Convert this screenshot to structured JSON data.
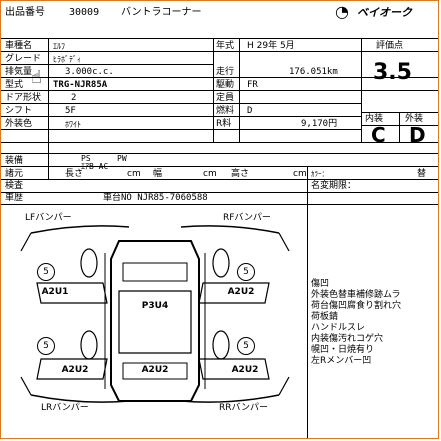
{
  "header": {
    "lot_label": "出品番号",
    "lot_no": "30009",
    "corner": "バントラコーナー",
    "logo_text": "ベイオーク"
  },
  "specs": {
    "model_label": "車種名",
    "model": "ｴﾙﾌ",
    "grade_label": "グレード",
    "grade": "ﾋﾗﾎﾞﾃﾞｨ",
    "displacement_label": "排気量",
    "displacement": "3.000c.c.",
    "type_label": "型式",
    "type": "TRG-NJR85A",
    "doors_label": "ドア形状",
    "doors": "2",
    "shift_label": "シフト",
    "shift": "5F",
    "color_label": "外装色",
    "color": "ﾎﾜｲﾄ",
    "year_label": "年式",
    "year": "H 29年  5月",
    "mileage_label": "走行",
    "mileage": "176.051km",
    "drive_label": "駆動",
    "drive": "FR",
    "capacity_label": "定員",
    "capacity": "",
    "fuel_label": "燃料",
    "fuel": "D",
    "r_price_label": "R料",
    "r_price": "9,170円"
  },
  "scores": {
    "score_label": "評価点",
    "score": "3.5",
    "interior_label": "内装",
    "exterior_label": "外装",
    "interior": "C",
    "exterior": "D"
  },
  "equipment": {
    "label": "装備",
    "ps": "PS",
    "pw": "PW",
    "ac": "ｴｱB     AC",
    "dims_label": "諸元",
    "length": "長さ",
    "unit1": "cm",
    "width": "幅",
    "unit2": "cm",
    "height": "高さ",
    "unit3": "cm"
  },
  "inspection": {
    "label": "検査",
    "chassis_label": "車歴",
    "chassis_no": "車台NO  NJR85-7060588",
    "color_code_label": "ｶﾗｰ：",
    "color_code_val": "替",
    "title_history_label": "名変期限："
  },
  "diagram": {
    "front_left": "LFバンパー",
    "front_right": "RFバンパー",
    "rear_left": "LRバンパー",
    "rear_right": "RRバンパー",
    "tires": [
      "5",
      "5",
      "5",
      "5"
    ],
    "codes": [
      "A2U1",
      "A2U2",
      "P3U4",
      "A2U2",
      "A2U2",
      "A2U2"
    ]
  },
  "notes": {
    "lines": [
      "傷凹",
      "外装色替車補修跡ムラ",
      "荷台傷凹腐食り割れ穴",
      "荷板錆",
      "ハンドルスレ",
      "内装傷汚れコゲ穴",
      "幌凹・日焼有り",
      "左Rメンバー凹"
    ]
  }
}
